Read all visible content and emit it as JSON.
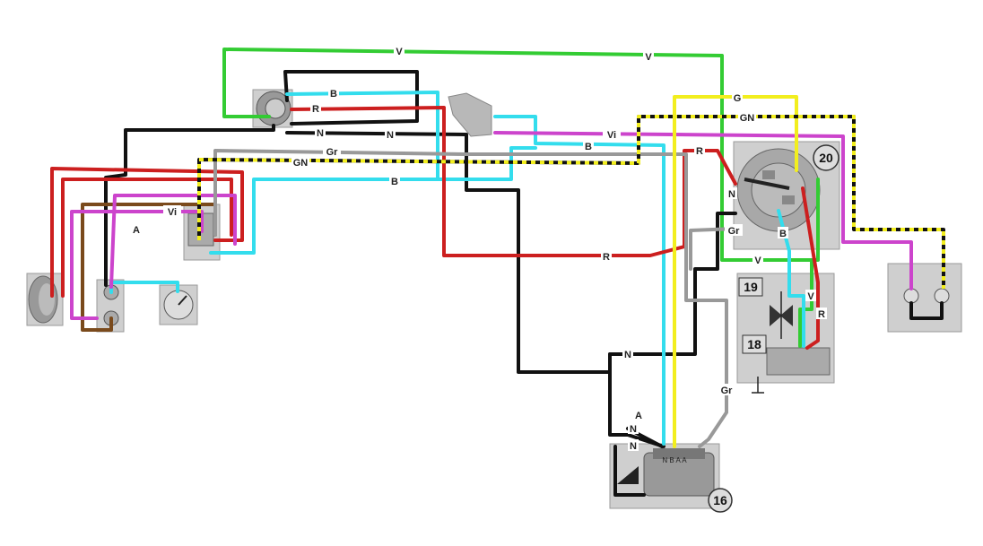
{
  "colors": {
    "V": "#33cc33",
    "N": "#111111",
    "B": "#33dded",
    "R": "#cc1f1f",
    "Gr": "#999999",
    "G": "#f2ee1e",
    "Vi": "#cc44cc",
    "brown": "#7a4a1c",
    "GN_dash": "#f2ee1e",
    "GN_base": "#111111"
  },
  "labels": {
    "v_top": "V",
    "v_top2": "V",
    "b_speedo": "B",
    "r_speedo": "R",
    "n_speedo": "N",
    "n_speedo2": "N",
    "gr_mid": "Gr",
    "gn_mid": "GN",
    "b_mid": "B",
    "vi_left": "Vi",
    "vi_mid": "Vi",
    "b_switch": "B",
    "g_top": "G",
    "gn_top": "GN",
    "r_ign": "R",
    "n_ign": "N",
    "gr_ign": "Gr",
    "b_ign": "B",
    "v_ign": "V",
    "v_reg": "V",
    "r_reg": "R",
    "r_low": "R",
    "n_low": "N",
    "gr_low": "Gr",
    "n_conn": "N",
    "n_conn2": "N",
    "a_conn": "A",
    "a_left": "A"
  },
  "components": {
    "ignition_number": "20",
    "component_19": "19",
    "component_18": "18",
    "component_16": "16",
    "connector_pins": "N B A A"
  }
}
